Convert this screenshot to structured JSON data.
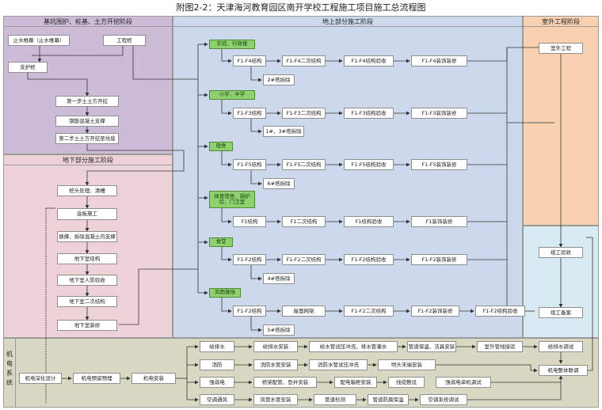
{
  "title": "附图2-2：天津海河教育园区南开学校工程施工项目施工总流程图",
  "headers": {
    "foundation": "基坑围护、桩基、土方开挖阶段",
    "above_ground": "地上部分施工阶段",
    "outdoor": "室外工程阶段",
    "underground": "地下部分施工阶段",
    "mep": "机电系统"
  },
  "foundation": {
    "waterproof_pile": "止水帷幕（止水帷幕）",
    "engineering_pile": "工程桩",
    "support_pile": "支护桩",
    "excavate_1": "第一步土土方开挖",
    "concrete_support": "钢筋混凝土支撑",
    "excavate_2": "第二步土土方开挖至坑底"
  },
  "underground": {
    "pile_head": "桩头处理、清槽",
    "bottom_slab": "底板施工",
    "support_removal": "换撑、拆除混凝土内支撑",
    "basement_structure": "地下室结构",
    "civil_defense": "地下室人防验收",
    "secondary_structure": "地下室二次结构",
    "basement_decoration": "地下室装修"
  },
  "buildings": {
    "lab": "实验、行政楼",
    "primary": "小学、中学",
    "dorm": "宿舍",
    "gym": "体育馆舍、锅炉房、门卫室",
    "canteen": "食堂",
    "rain": "风雨操场"
  },
  "rows": {
    "lab": [
      "F1-F4结构",
      "F1-F4二次结构",
      "F1-F4结构验收",
      "F1-F4装饰装修"
    ],
    "lab_crane": "2#塔拆除",
    "primary": [
      "F1-F3结构",
      "F1-F3二次结构",
      "F1-F3结构验收",
      "F1-F3装饰装修"
    ],
    "primary_crane": "1#、3#塔拆除",
    "dorm": [
      "F1-F5结构",
      "F1-F5二次结构",
      "F1-F5结构验收",
      "F1-F5装饰装修"
    ],
    "dorm_crane": "6#塔拆除",
    "gym": [
      "F1结构",
      "F1二次结构",
      "F1结构验收",
      "F1装饰装修"
    ],
    "canteen": [
      "F1-F2结构",
      "F1-F2二次结构",
      "F1-F2结构验收",
      "F1-F2装饰装修"
    ],
    "canteen_crane": "4#塔拆除",
    "rain": [
      "F1-F2结构",
      "屋面网架",
      "F1-F2二次结构",
      "F1-F2装饰装修",
      "F1-F2结构验收"
    ],
    "rain_crane": "5#塔拆除"
  },
  "outdoor": {
    "outdoor_work": "室外工程",
    "completion_check": "竣工验收",
    "completion_record": "竣工备案"
  },
  "mep": {
    "deepen_design": "机电深化设计",
    "pre_embed": "机电预留预埋",
    "install": "机电安装",
    "drainage": "给排水",
    "fire": "消防",
    "strong_elec": "强弱电",
    "hvac": "空调通风",
    "drainage_row": [
      "给排水安装",
      "给水管试压冲洗、排水管灌水",
      "管道保温、洁具安装",
      "室外管线接驳",
      "给排水调试"
    ],
    "fire_row": [
      "消防水管安装",
      "消防水管试压冲洗",
      "喷头末端安装"
    ],
    "elec_row": [
      "桥架配管、登井安装",
      "配电箱柜安装",
      "线缆敷设",
      "强弱电单机调试"
    ],
    "hvac_row": [
      "风管水管安装",
      "管道检测",
      "管道防腐保温",
      "空调系统调试"
    ],
    "joint_debug": "机电整体联调"
  },
  "colors": {
    "foundation_bg": "#cdbcd8",
    "underground_bg": "#edd3d8",
    "above_bg": "#ccd8ec",
    "outdoor_top_bg": "#f8d2b0",
    "outdoor_bottom_bg": "#d8eaf2",
    "mep_bg": "#d9d9c3",
    "green": "#8fd16f"
  }
}
